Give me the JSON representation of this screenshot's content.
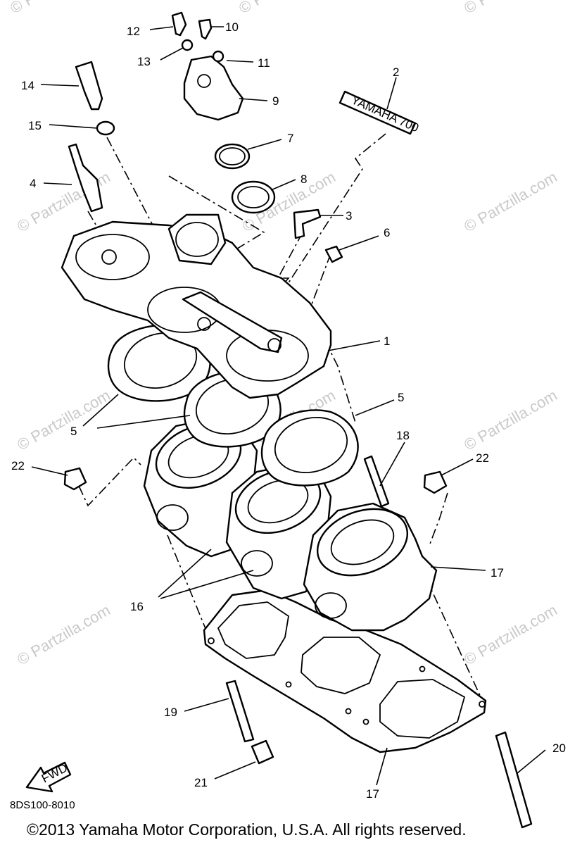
{
  "watermark": "© Partzilla.com",
  "diagram_code": "8DS100-8010",
  "copyright": "©2013 Yamaha Motor Corporation, U.S.A. All rights reserved.",
  "fwd_label": "FWD",
  "decal_text": "YAMAHA 700",
  "callouts": {
    "p1": "1",
    "p2": "2",
    "p3": "3",
    "p4": "4",
    "p5a": "5",
    "p5b": "5",
    "p6": "6",
    "p7": "7",
    "p8": "8",
    "p9": "9",
    "p10": "10",
    "p11": "11",
    "p12": "12",
    "p13": "13",
    "p14": "14",
    "p15": "15",
    "p16": "16",
    "p17a": "17",
    "p17b": "17",
    "p18": "18",
    "p19": "19",
    "p20": "20",
    "p21": "21",
    "p22a": "22",
    "p22b": "22"
  }
}
